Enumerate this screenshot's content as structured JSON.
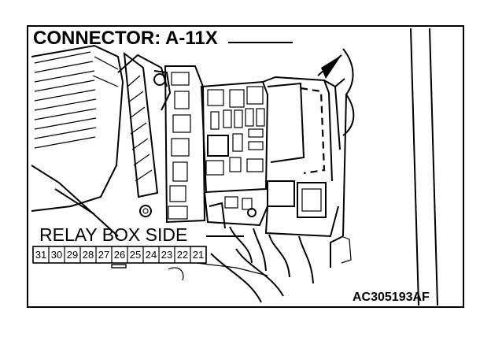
{
  "figure": {
    "title": "CONNECTOR: A-11X",
    "side_label": "RELAY BOX SIDE",
    "figure_code": "AC305193AF",
    "connector_pins": [
      "31",
      "30",
      "29",
      "28",
      "27",
      "26",
      "25",
      "24",
      "23",
      "22",
      "21"
    ],
    "highlighted_pin": "26"
  }
}
